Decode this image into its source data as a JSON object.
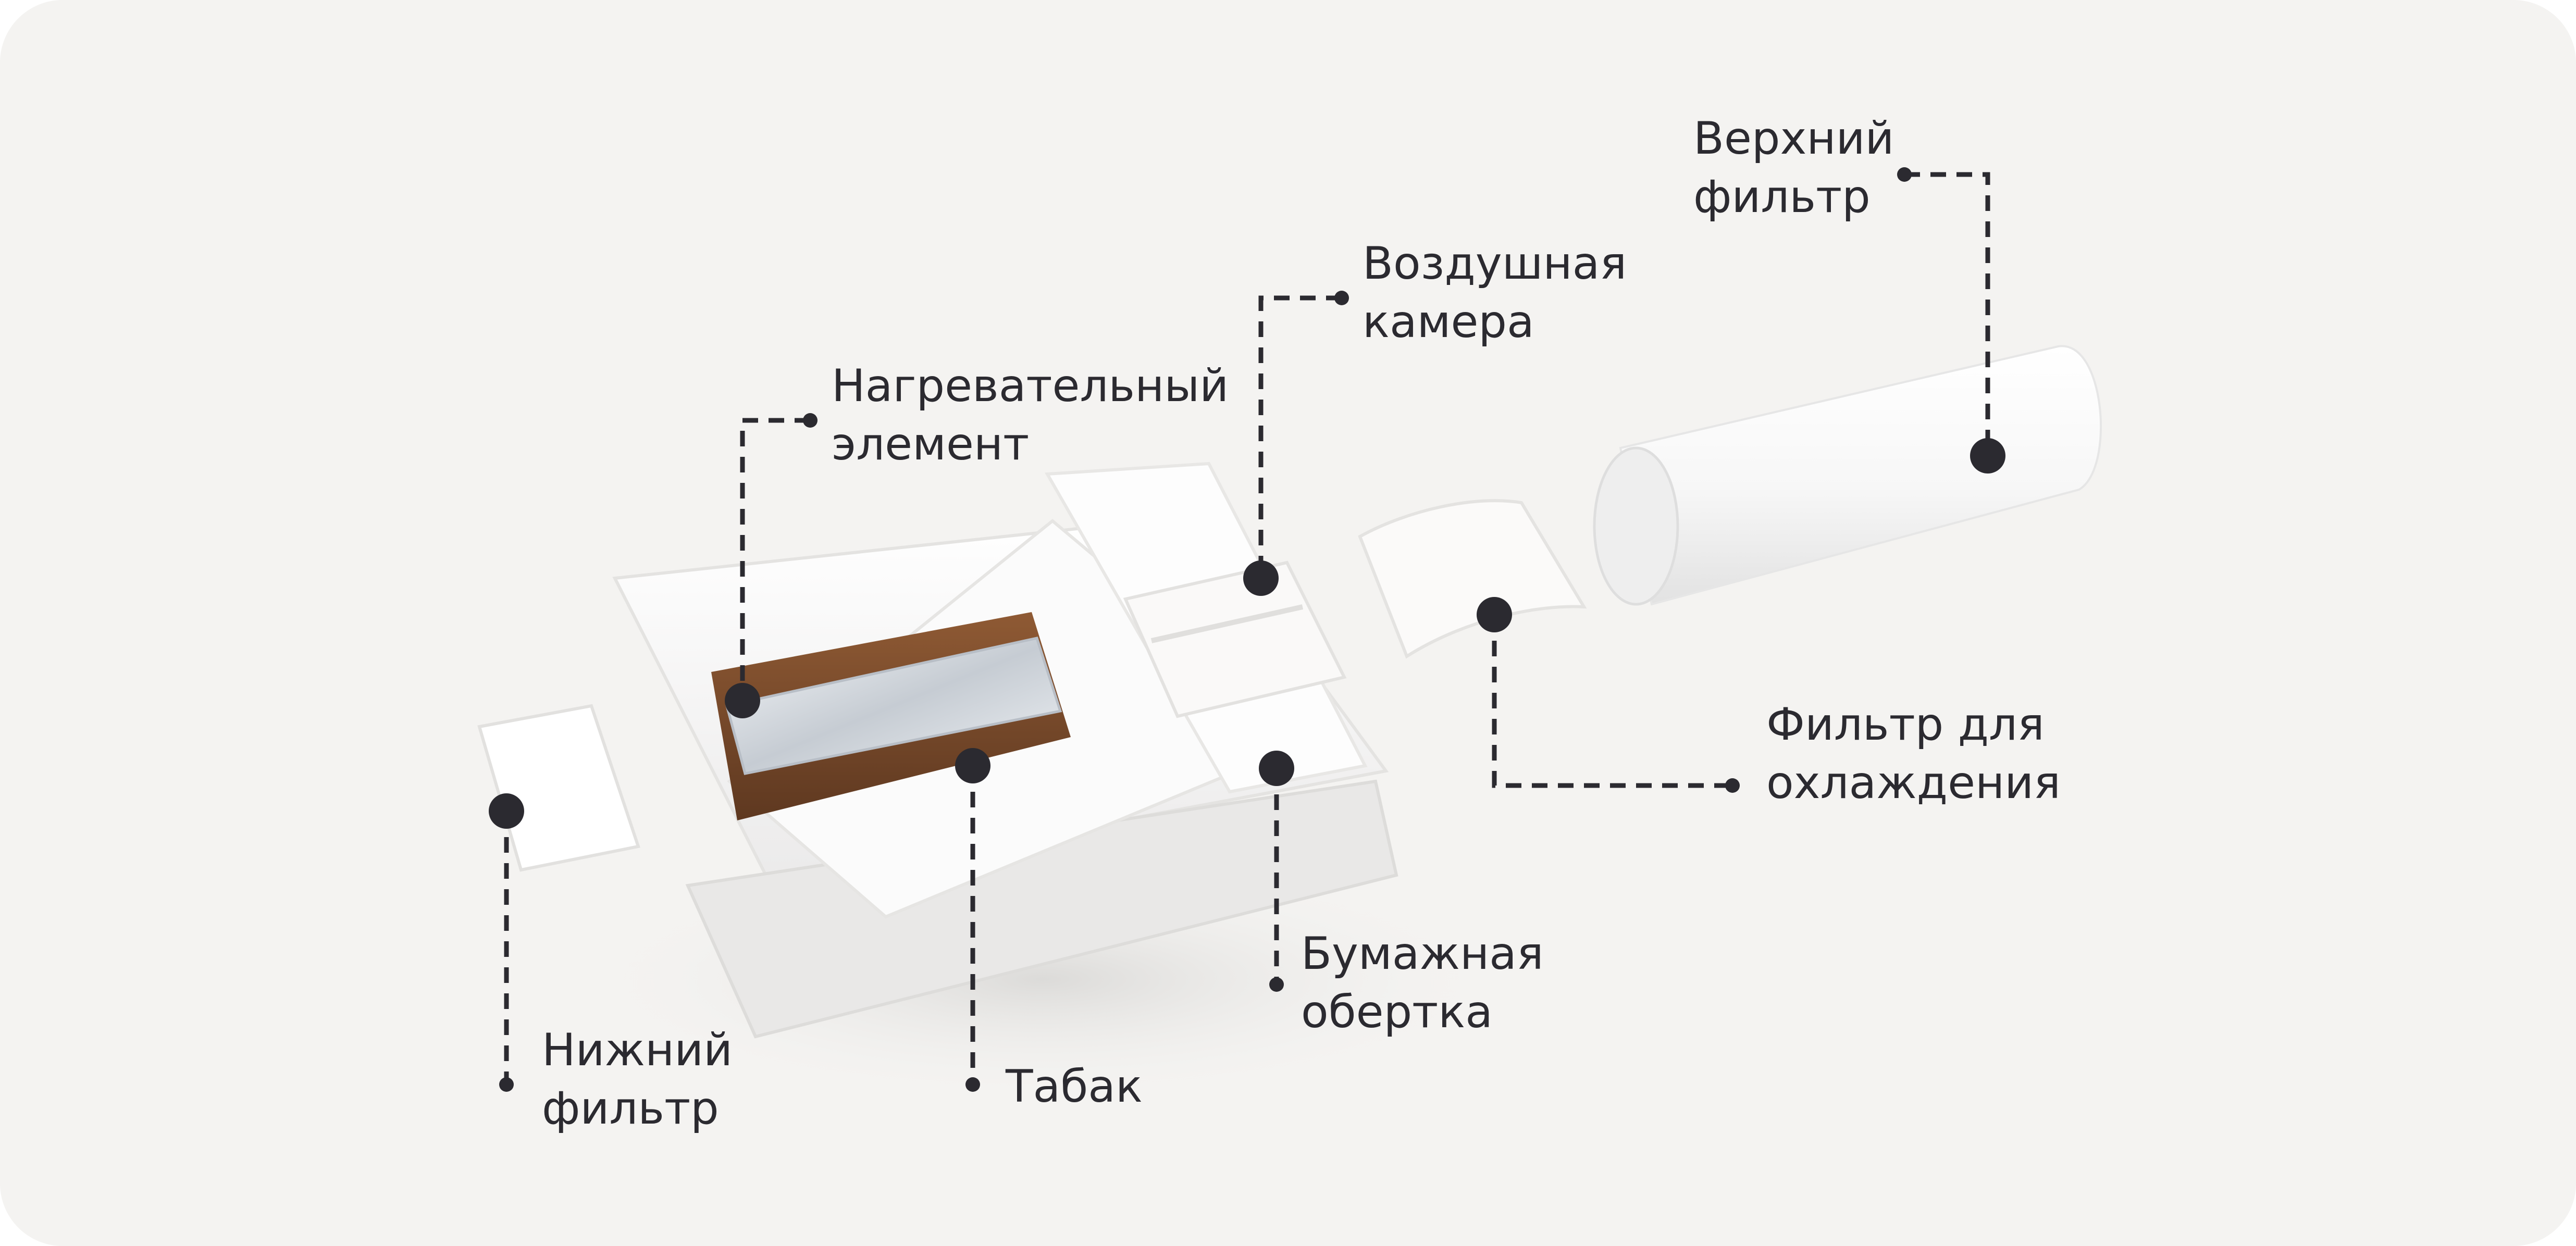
{
  "labels": {
    "top_filter": {
      "line1": "Верхний",
      "line2": "фильтр"
    },
    "air_chamber": {
      "line1": "Воздушная",
      "line2": "камера"
    },
    "heating_element": {
      "line1": "Нагревательный",
      "line2": "элемент"
    },
    "cooling_filter": {
      "line1": "Фильтр для",
      "line2": "охлаждения"
    },
    "paper_wrap": {
      "line1": "Бумажная",
      "line2": "обертка"
    },
    "bottom_filter": {
      "line1": "Нижний",
      "line2": "фильтр"
    },
    "tobacco": {
      "line1": "Табак"
    }
  },
  "colors": {
    "background": "#f4f3f1",
    "text": "#2b2a30",
    "leader": "#2b2a30",
    "tobacco": "#7a4a2a",
    "metal": "#d9dde3",
    "paper": "#ffffff"
  }
}
